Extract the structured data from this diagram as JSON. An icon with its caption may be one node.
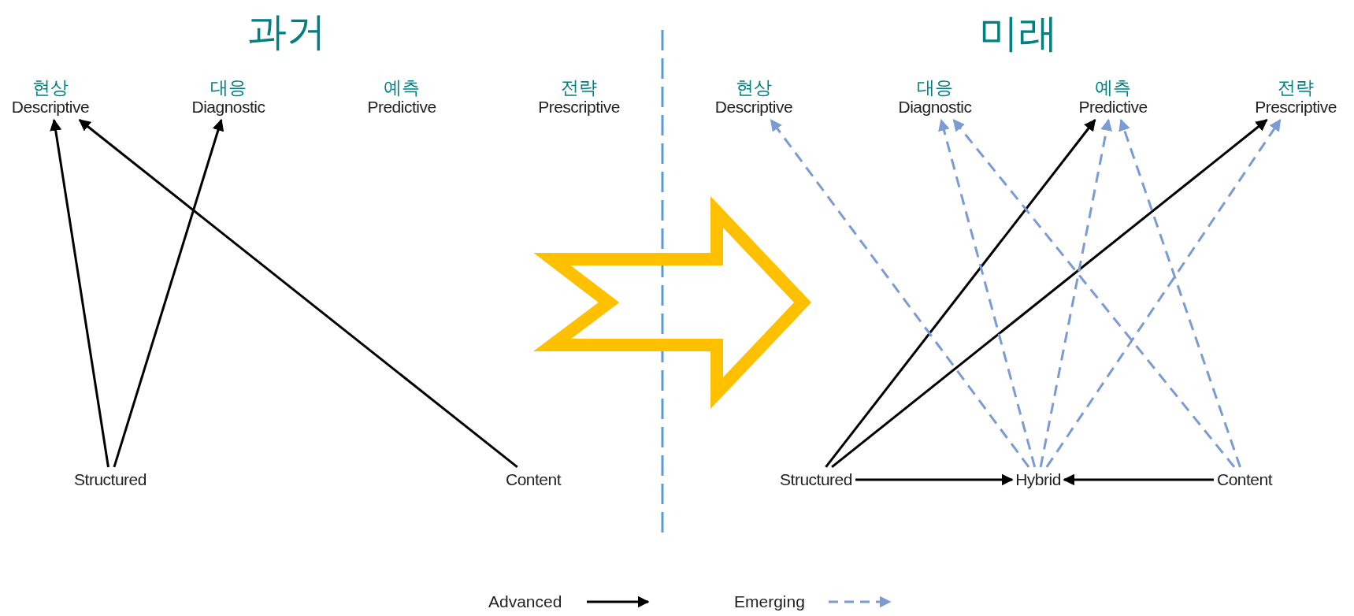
{
  "diagram": {
    "nodes": [
      {
        "text": [
          "현상",
          "Descriptive"
        ]
      },
      {
        "text": [
          "대응",
          "Diagnostic"
        ]
      },
      {
        "text": [
          "예측",
          "Predictive"
        ]
      },
      {
        "text": [
          "전략",
          "Prescriptive"
        ]
      },
      {
        "text": [
          "Structured"
        ]
      },
      {
        "text": [
          "Content"
        ]
      },
      {
        "text": [
          "현상",
          "Descriptive"
        ]
      },
      {
        "text": [
          "대응",
          "Diagnostic"
        ]
      },
      {
        "text": [
          "예측",
          "Predictive"
        ]
      },
      {
        "text": [
          "전략",
          "Prescriptive"
        ]
      },
      {
        "text": [
          "Structured"
        ]
      },
      {
        "text": [
          "Hybrid"
        ]
      },
      {
        "text": [
          "Content"
        ]
      }
    ],
    "edges": [
      {
        "from": 4,
        "to": 0,
        "arrow": "to"
      },
      {
        "from": 4,
        "to": 1,
        "arrow": "to"
      },
      {
        "from": 5,
        "to": 0,
        "arrow": "to"
      },
      {
        "from": 10,
        "to": 8,
        "arrow": "to"
      },
      {
        "from": 10,
        "to": 9,
        "arrow": "to"
      },
      {
        "from": 10,
        "to": 11,
        "arrow": "to"
      },
      {
        "from": 12,
        "to": 11,
        "arrow": "to"
      },
      {
        "from": 11,
        "to": 6,
        "arrow": "to",
        "style": "dashed",
        "color": "#7b9bd2"
      },
      {
        "from": 11,
        "to": 7,
        "arrow": "to",
        "style": "dashed",
        "color": "#7b9bd2"
      },
      {
        "from": 11,
        "to": 8,
        "arrow": "to",
        "style": "dashed",
        "color": "#7b9bd2"
      },
      {
        "from": 11,
        "to": 9,
        "arrow": "to",
        "style": "dashed",
        "color": "#7b9bd2"
      },
      {
        "from": 12,
        "to": 7,
        "arrow": "to",
        "style": "dashed",
        "color": "#7b9bd2"
      },
      {
        "from": 12,
        "to": 8,
        "arrow": "to",
        "style": "dashed",
        "color": "#7b9bd2"
      }
    ],
    "labels": [
      "과거",
      "미래"
    ],
    "legend": [
      {
        "text": "Advanced"
      },
      {
        "text": "Emerging"
      }
    ]
  }
}
